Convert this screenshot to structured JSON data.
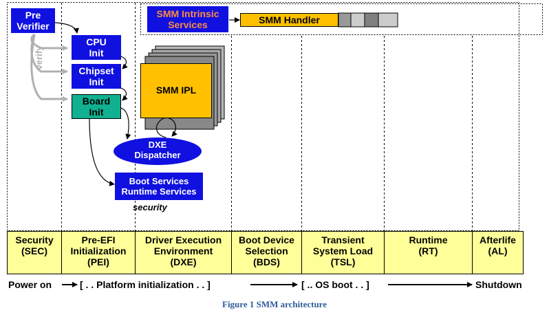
{
  "smm_intrinsic_services": "SMM Intrinsic\nServices",
  "smm_handler": "SMM Handler",
  "pre_verifier": "Pre\nVerifier",
  "verify": "verify",
  "cpu_init": "CPU\nInit",
  "chipset_init": "Chipset\nInit",
  "board_init": "Board\nInit",
  "smm_ipl": "SMM IPL",
  "dxe_dispatcher": "DXE\nDispatcher",
  "boot_services": "Boot Services\nRuntime Services",
  "security": "security",
  "phases": [
    "Security\n(SEC)",
    "Pre-EFI\nInitialization\n(PEI)",
    "Driver Execution\nEnvironment\n(DXE)",
    "Boot Device\nSelection\n(BDS)",
    "Transient\nSystem Load\n(TSL)",
    "Runtime\n(RT)",
    "Afterlife\n(AL)"
  ],
  "timeline": {
    "power_on": "Power on",
    "platform_init": "[ . . Platform initialization . . ]",
    "os_boot": "[ .. OS boot . . ]",
    "shutdown": "Shutdown"
  },
  "caption": "Figure 1 SMM architecture",
  "colors": {
    "blue_box": "#1010e0",
    "board_init": "#10b090",
    "smm_ipl": "#ffc000",
    "phase_bar": "#ffff99",
    "smm_services_text": "#ff8c40",
    "caption": "#2e5b9a"
  }
}
